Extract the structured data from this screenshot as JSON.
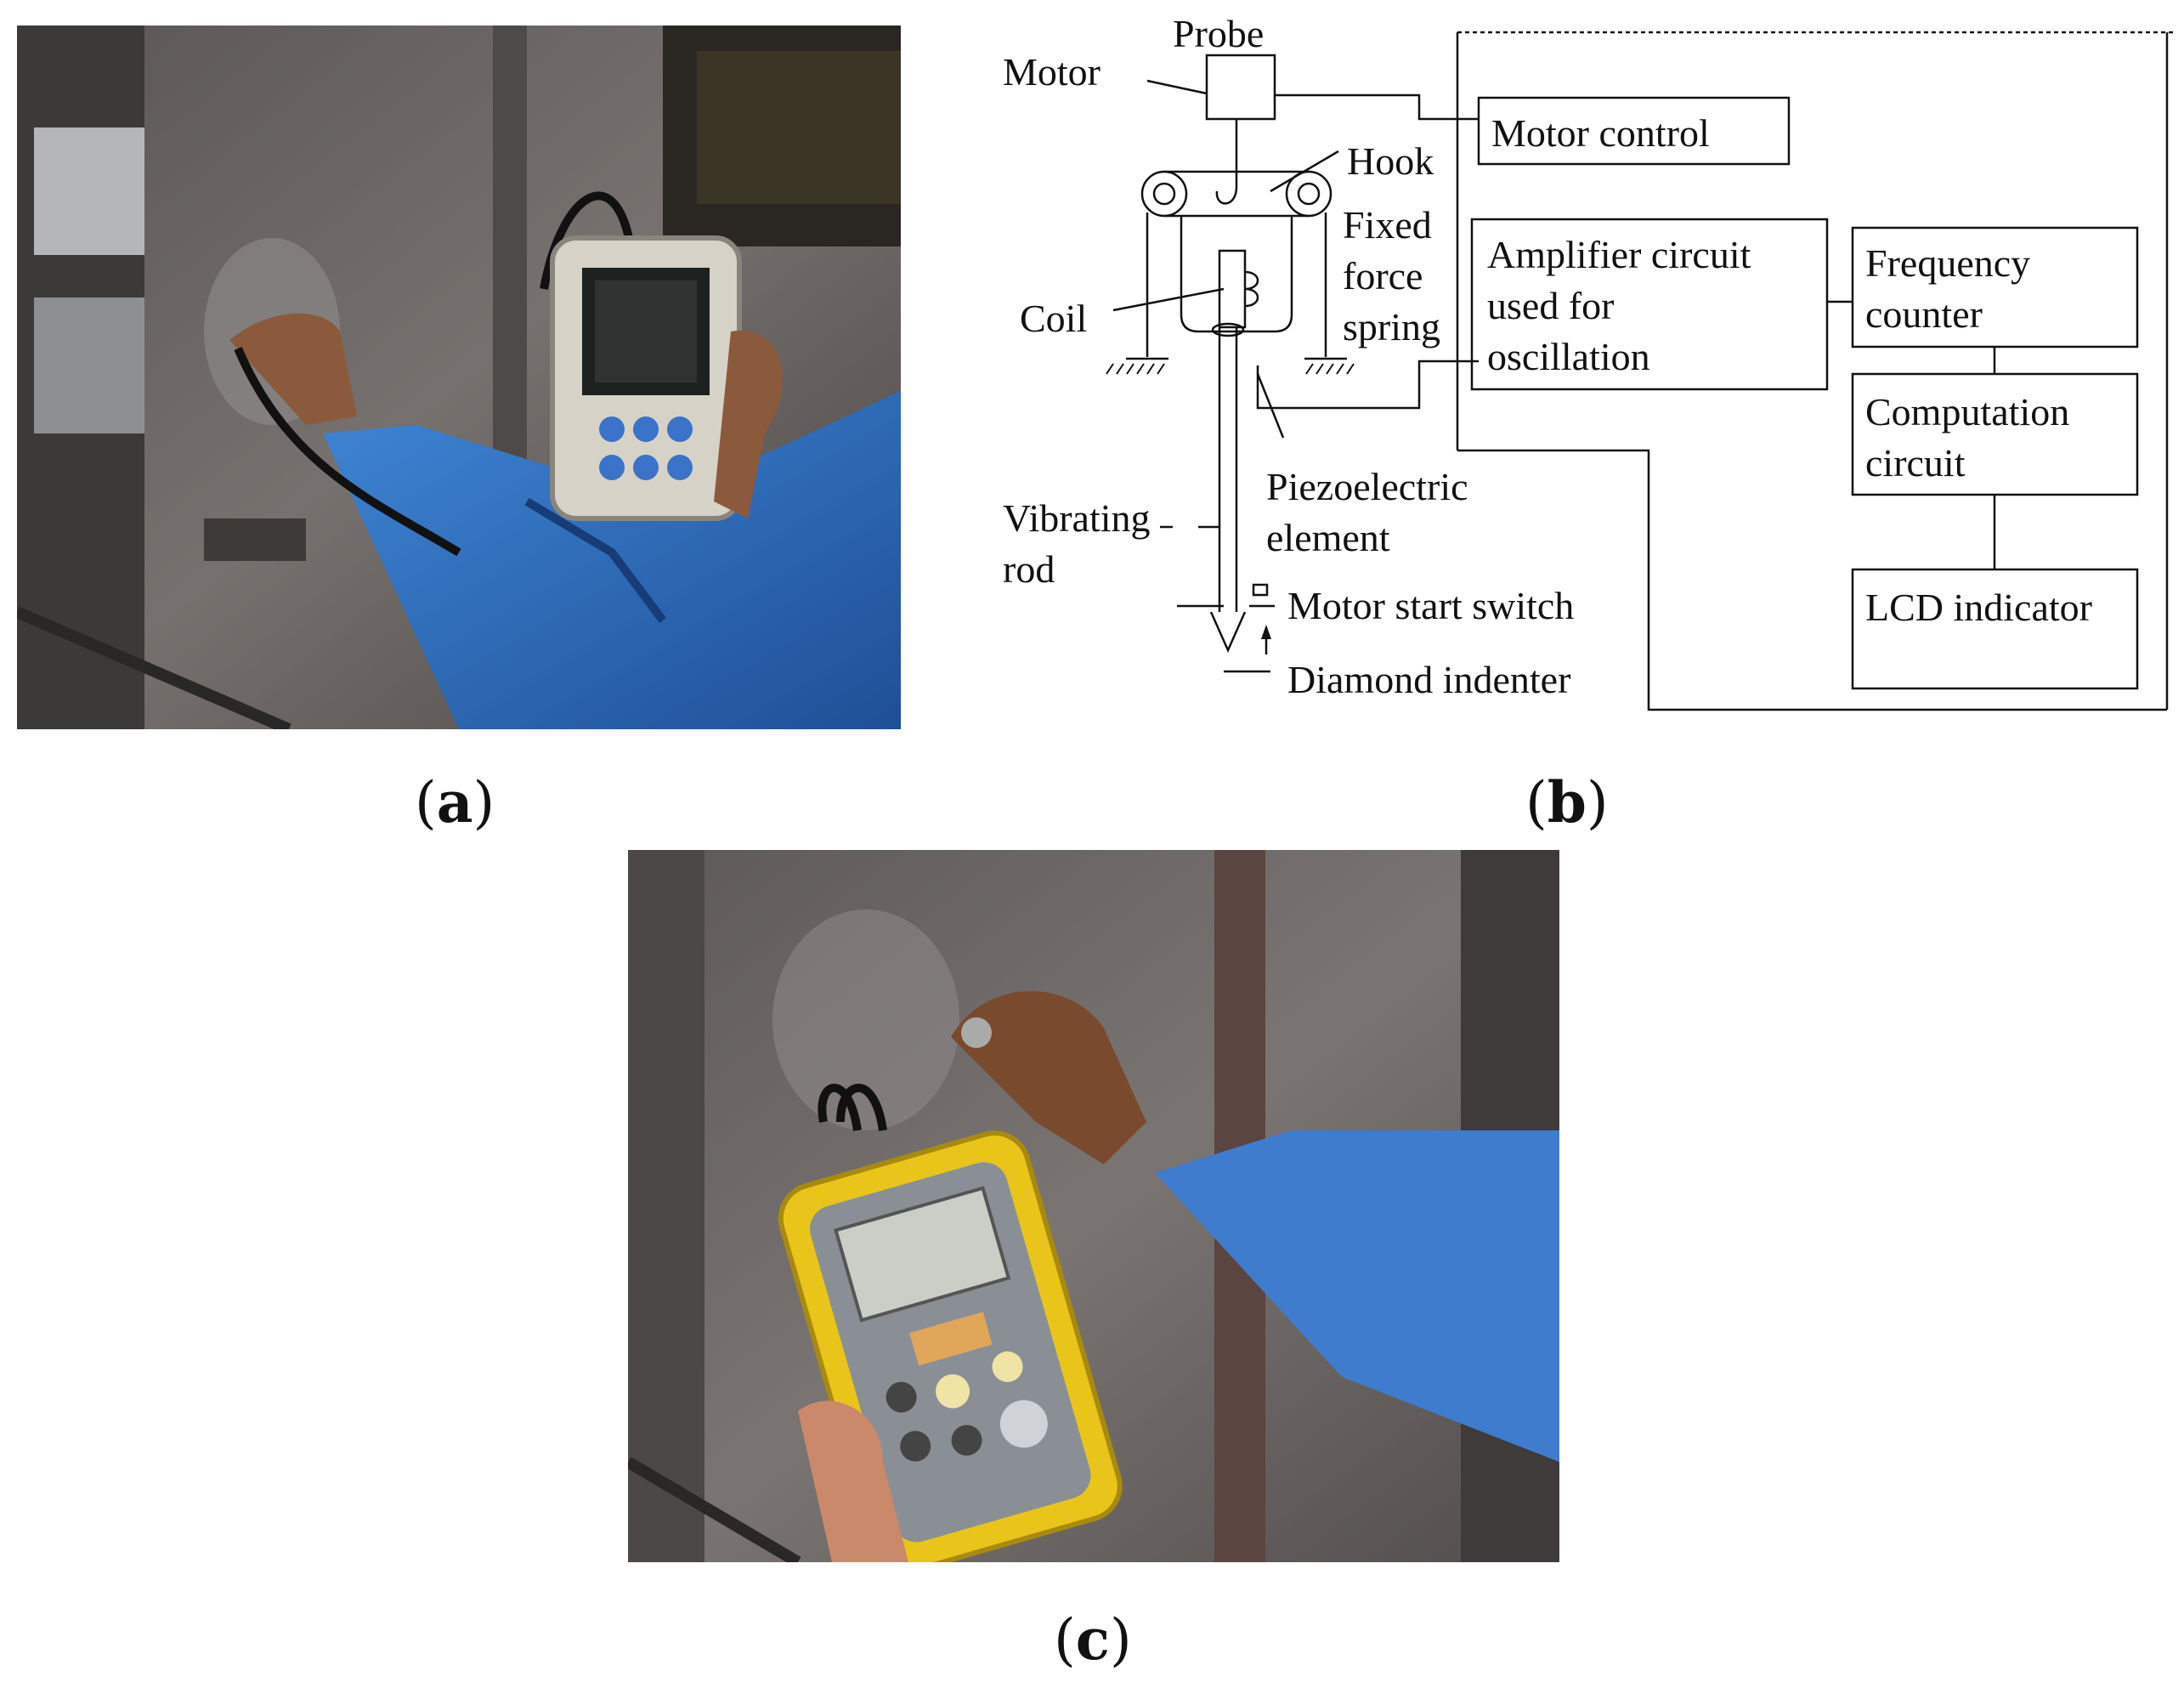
{
  "panels": {
    "a": "a",
    "b": "b",
    "c": "c"
  },
  "diagram": {
    "probe": "Probe",
    "motor": "Motor",
    "hook": "Hook",
    "fixed_force_spring": [
      "Fixed",
      "force",
      "spring"
    ],
    "coil": "Coil",
    "vibrating_rod": [
      "Vibrating",
      "rod"
    ],
    "piezoelectric_element": [
      "Piezoelectric",
      "element"
    ],
    "motor_start_switch": "Motor start switch",
    "diamond_indenter": "Diamond indenter",
    "motor_control": "Motor control",
    "amplifier_circuit": [
      "Amplifier circuit",
      "used for",
      "oscillation"
    ],
    "frequency_counter": [
      "Frequency",
      "counter"
    ],
    "computation_circuit": [
      "Computation",
      "circuit"
    ],
    "lcd_indicator": "LCD indicator"
  },
  "colors": {
    "shirt_blue": "#2f6fbf",
    "meter_yellow": "#e9c51a",
    "meter_gray": "#8a8f96",
    "wall_gray": "#6e6a68"
  }
}
